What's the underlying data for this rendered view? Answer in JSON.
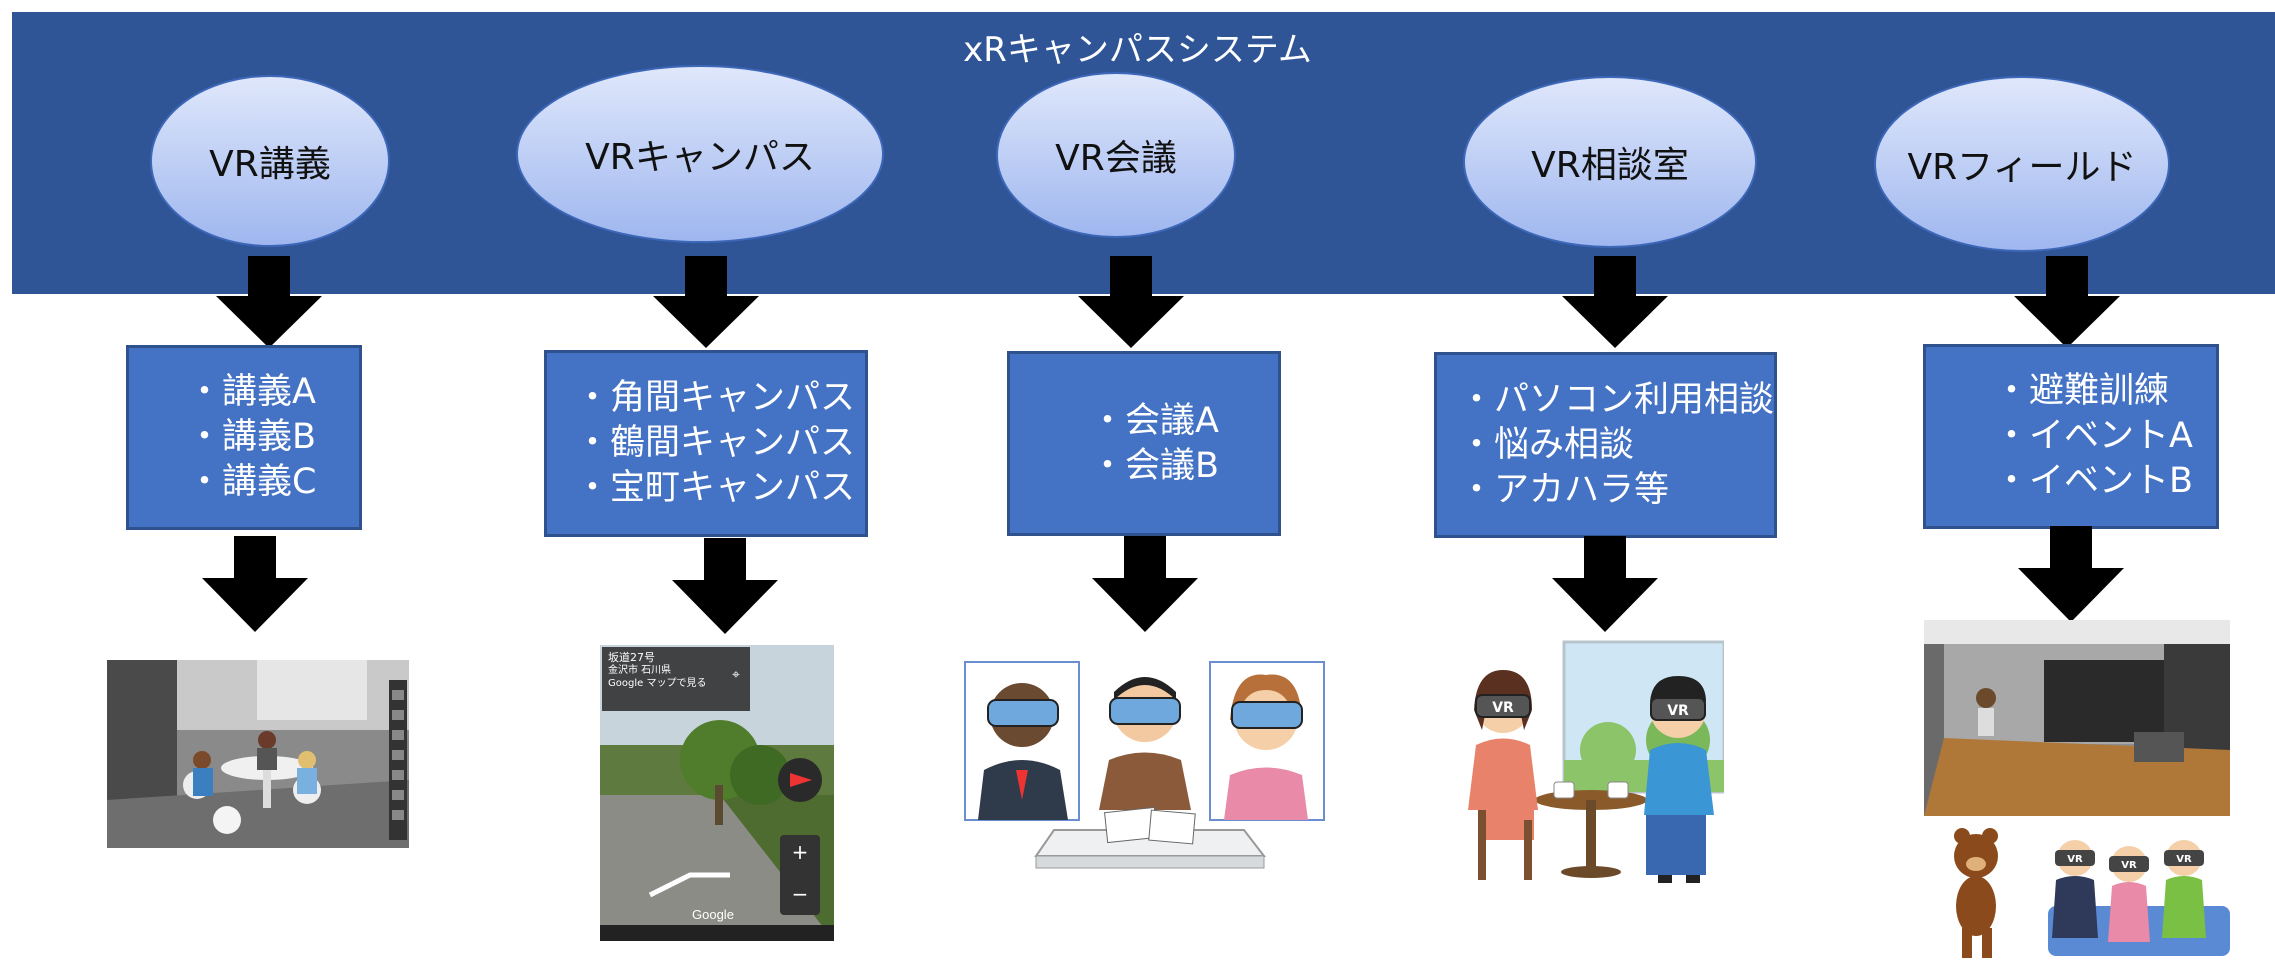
{
  "system_title": "xRキャンパスシステム",
  "modules": [
    {
      "label": "VR講義",
      "items": [
        "・講義A",
        "・講義B",
        "・講義C"
      ]
    },
    {
      "label": "VRキャンパス",
      "items": [
        "・角間キャンパス",
        "・鶴間キャンパス",
        "・宝町キャンパス"
      ]
    },
    {
      "label": "VR会議",
      "items": [
        "・会議A",
        "・会議B"
      ]
    },
    {
      "label": "VR相談室",
      "items": [
        "・パソコン利用相談",
        "・悩み相談",
        "・アカハラ等"
      ]
    },
    {
      "label": "VRフィールド",
      "items": [
        "・避難訓練",
        "・イベントA",
        "・イベントB"
      ]
    }
  ],
  "map_panel": {
    "header": "坂道27号",
    "sub1": "金沢市 石川県",
    "sub2": "Google マップで見る",
    "footer": "Google"
  },
  "vr_badge": "VR",
  "colors": {
    "banner": "#2f5597",
    "box": "#4472c4",
    "arrow": "#000000"
  }
}
